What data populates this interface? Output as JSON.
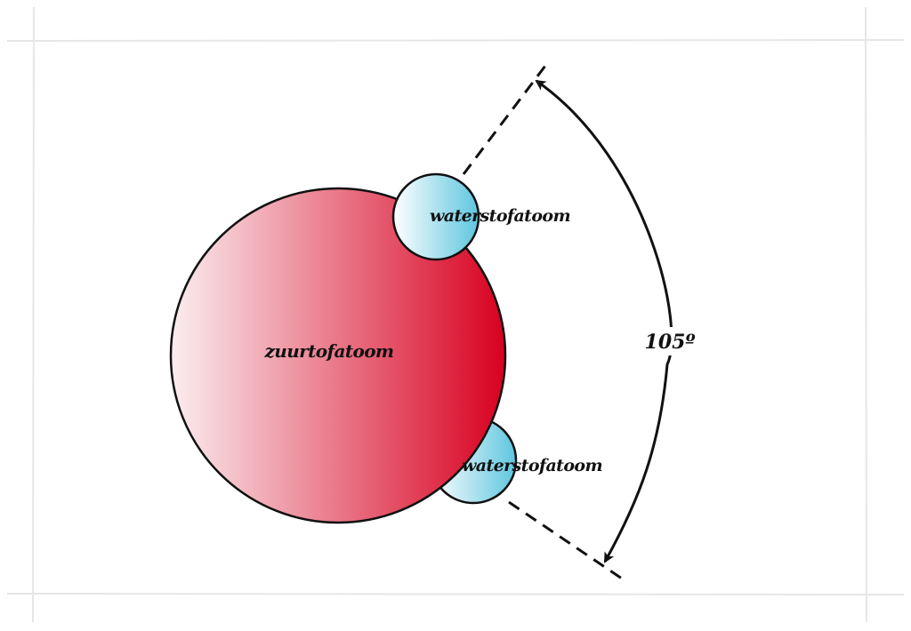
{
  "diagram": {
    "oxygen_label": "zuurtofatoom",
    "hydrogen_top_label": "waterstofatoom",
    "hydrogen_bottom_label": "waterstofatoom",
    "angle_label": "105º"
  },
  "colors": {
    "oxygen_gradient_start": "#fbeef1",
    "oxygen_gradient_end": "#d8001f",
    "hydrogen_gradient_start": "#ffffff",
    "hydrogen_gradient_end": "#5ec6df",
    "outline": "#111111",
    "frame_line": "#e6e6e6"
  }
}
